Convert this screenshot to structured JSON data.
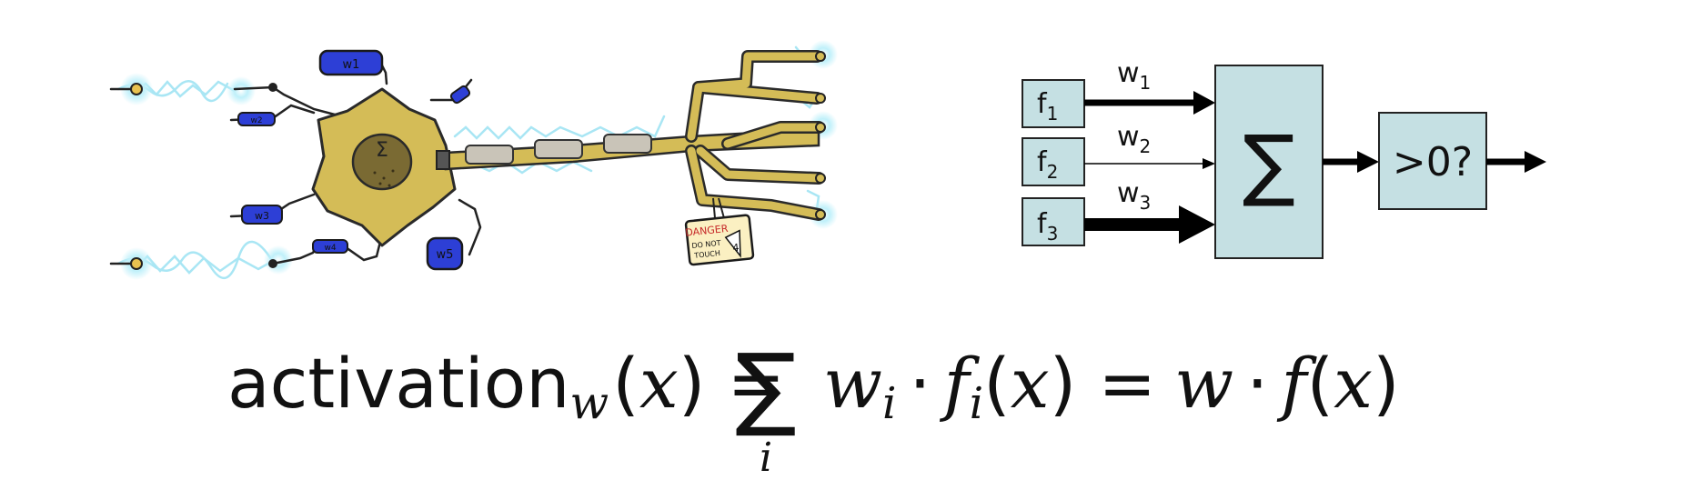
{
  "neuron": {
    "weight_tags": [
      "w1",
      "w2",
      "w3",
      "w4",
      "w5"
    ],
    "soma_symbol": "Σ",
    "danger_sign": {
      "line1": "DANGER",
      "line2": "DO NOT",
      "line3": "TOUCH",
      "badge": "4"
    }
  },
  "diagram": {
    "features": [
      {
        "base": "f",
        "sub": "1"
      },
      {
        "base": "f",
        "sub": "2"
      },
      {
        "base": "f",
        "sub": "3"
      }
    ],
    "weights": [
      {
        "base": "w",
        "sub": "1"
      },
      {
        "base": "w",
        "sub": "2"
      },
      {
        "base": "w",
        "sub": "3"
      }
    ],
    "sum_symbol": "∑",
    "threshold_label": ">0?",
    "box_fill": "#c5e0e3"
  },
  "formula": {
    "fn_name": "activation",
    "fn_sub": "w",
    "open": "(",
    "x1": "x",
    "close_eq": ") =",
    "sum": "∑",
    "sum_index": "i",
    "w": "w",
    "w_sub": "i",
    "dot1": "·",
    "f": "f",
    "f_sub": "i",
    "open2": "(",
    "x2": "x",
    "close_eq2": ") =",
    "w2": "w",
    "dot2": "·",
    "f2": "f",
    "open3": "(",
    "x3": "x",
    "close3": ")"
  }
}
